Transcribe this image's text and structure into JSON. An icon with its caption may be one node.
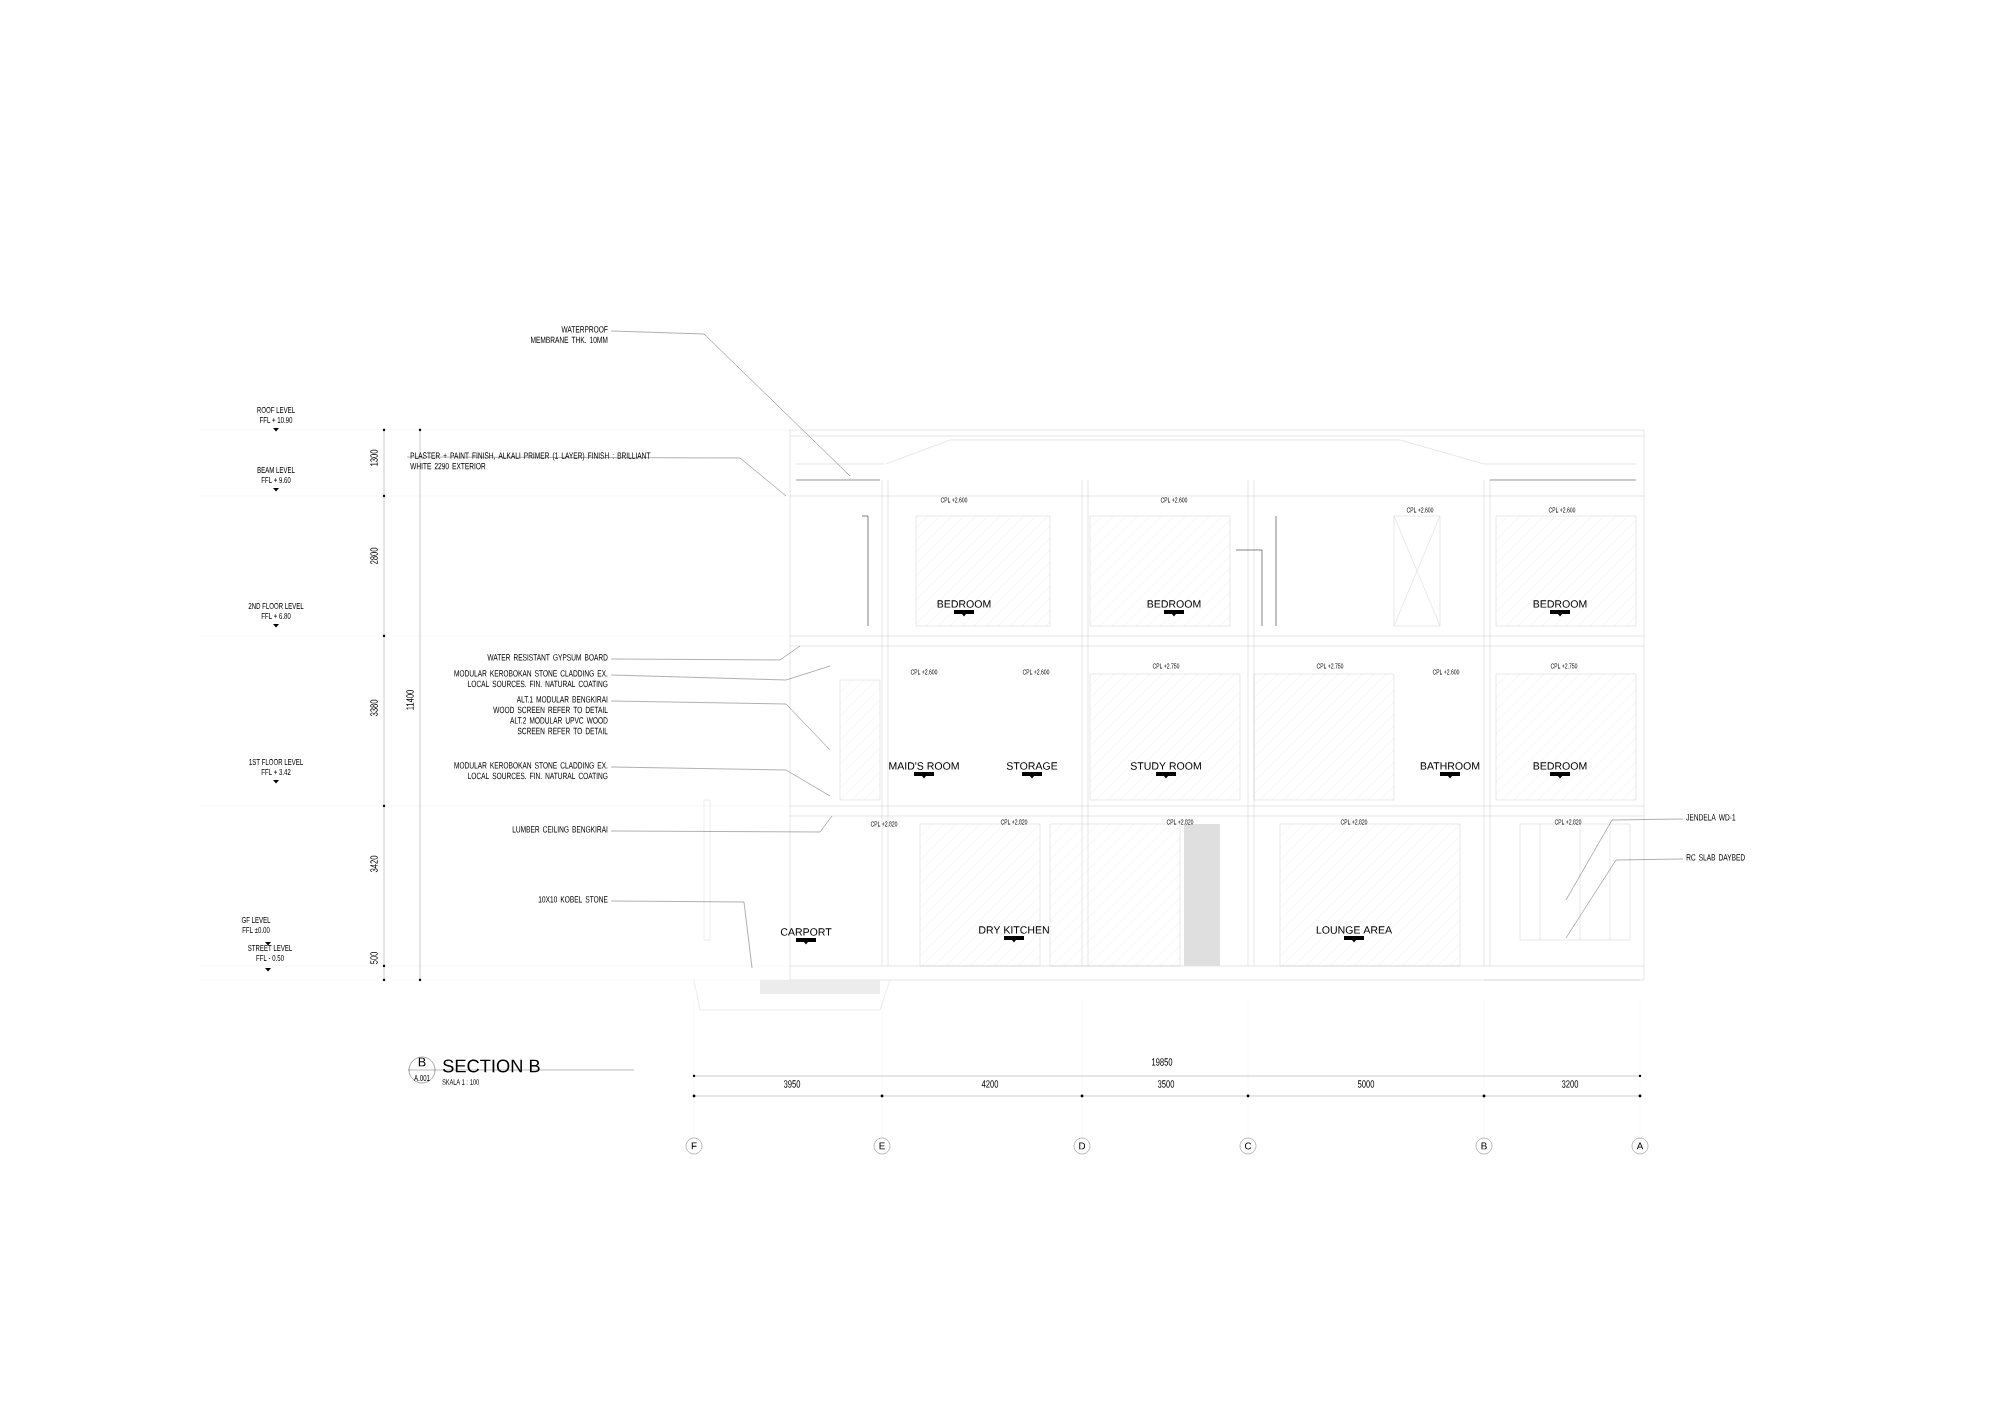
{
  "diagram": {
    "nodes": [
      {
        "text": [
          "WATERPROOF MEMBRANE THK. 10MM"
        ]
      },
      {
        "text": [
          "PLASTER + PAINT FINISH, ALKALI PRIMER (1 LAYER) FINISH : BRILLIANT WHITE 2290 EXTERIOR"
        ]
      },
      {
        "text": [
          "WATER RESISTANT GYPSUM BOARD"
        ]
      },
      {
        "text": [
          "MODULAR KEROBOKAN STONE CLADDING EX. LOCAL SOURCES. FIN. NATURAL COATING"
        ]
      },
      {
        "text": [
          "ALT.1 MODULAR BENGKIRAI WOOD SCREEN REFER TO DETAIL",
          "ALT.2 MODULAR UPVC WOOD SCREEN REFER TO DETAIL"
        ]
      },
      {
        "text": [
          "MODULAR KEROBOKAN STONE CLADDING EX. LOCAL SOURCES. FIN. NATURAL COATING"
        ]
      },
      {
        "text": [
          "LUMBER CEILING BENGKIRAI"
        ]
      },
      {
        "text": [
          "10X10 KOBEL STONE"
        ]
      },
      {
        "text": [
          "JENDELA WD-1"
        ]
      },
      {
        "text": [
          "RC SLAB DAYBED"
        ]
      }
    ],
    "edges": [
      {
        "from": 0,
        "to": null,
        "arrow": "none"
      },
      {
        "from": 1,
        "to": null,
        "arrow": "none"
      },
      {
        "from": 2,
        "to": null,
        "arrow": "none"
      },
      {
        "from": 3,
        "to": null,
        "arrow": "none"
      },
      {
        "from": 4,
        "to": null,
        "arrow": "none"
      },
      {
        "from": 5,
        "to": null,
        "arrow": "none"
      },
      {
        "from": 6,
        "to": null,
        "arrow": "none"
      },
      {
        "from": 7,
        "to": null,
        "arrow": "none"
      },
      {
        "from": 8,
        "to": null,
        "arrow": "none"
      },
      {
        "from": 9,
        "to": null,
        "arrow": "none"
      }
    ],
    "labels": [
      "ROOF LEVEL",
      "FFL + 10.90",
      "1300",
      "BEAM LEVEL",
      "FFL + 9.60",
      "CPL +2.600",
      "CPL +2.600",
      "CPL +2.600",
      "CPL +2.600",
      "2800",
      "2ND FLOOR LEVEL",
      "FFL + 6.80",
      "BEDROOM",
      "BEDROOM",
      "BEDROOM",
      "CPL +2.600",
      "CPL +2.600",
      "CPL +2.750",
      "CPL +2.750",
      "CPL +2.600",
      "CPL +2.750",
      "3380",
      "11400",
      "1ST FLOOR LEVEL",
      "FFL + 3.42",
      "MAID'S ROOM",
      "STORAGE",
      "STUDY ROOM",
      "BATHROOM",
      "BEDROOM",
      "CPL +2.820",
      "CPL +2.820",
      "CPL +2.820",
      "CPL +2.820",
      "CPL +2.820",
      "3420",
      "GF LEVEL",
      "FFL ±0.00",
      "CARPORT",
      "DRY KITCHEN",
      "LOUNGE AREA",
      "STREET LEVEL",
      "FFL - 0.50",
      "500",
      "B",
      "A.001",
      "SECTION B",
      "SKALA 1 : 100",
      "19850",
      "3950",
      "4200",
      "3500",
      "5000",
      "3200",
      "F",
      "E",
      "D",
      "C",
      "B",
      "A"
    ]
  }
}
